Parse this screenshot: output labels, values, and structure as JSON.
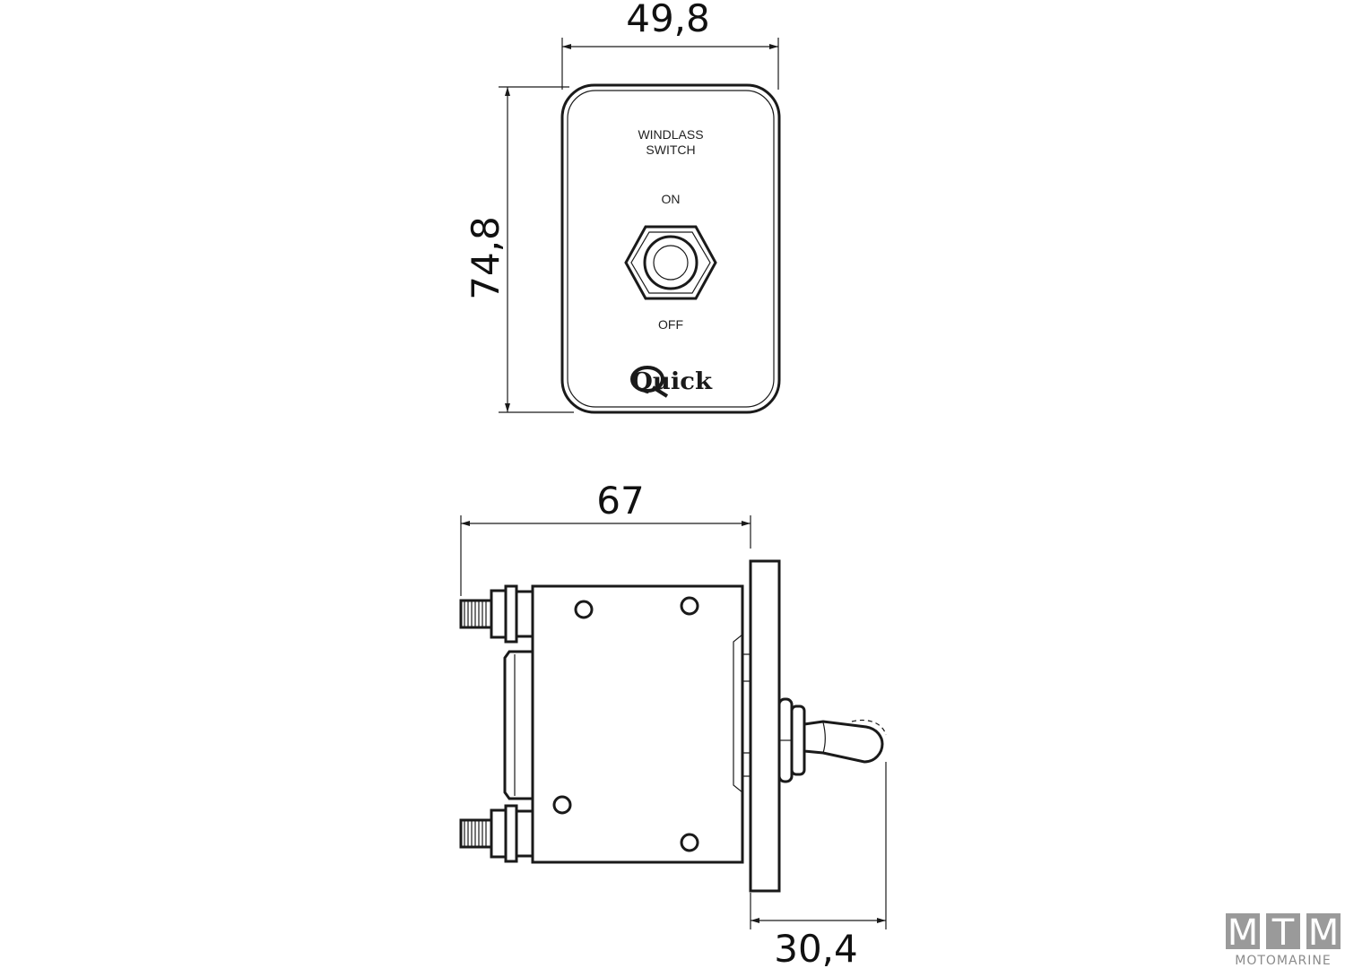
{
  "dimensions": {
    "front_width": "49,8",
    "front_height": "74,8",
    "side_depth": "67",
    "toggle_projection": "30,4"
  },
  "plate": {
    "title_line1": "WINDLASS",
    "title_line2": "SWITCH",
    "on_label": "ON",
    "off_label": "OFF",
    "brand": "Quick"
  },
  "watermark": {
    "letters": [
      "M",
      "T",
      "M"
    ],
    "subtitle": "MOTOMARINE"
  },
  "colors": {
    "line": "#1a1a1a",
    "watermark_box": "#9a9a9a"
  }
}
